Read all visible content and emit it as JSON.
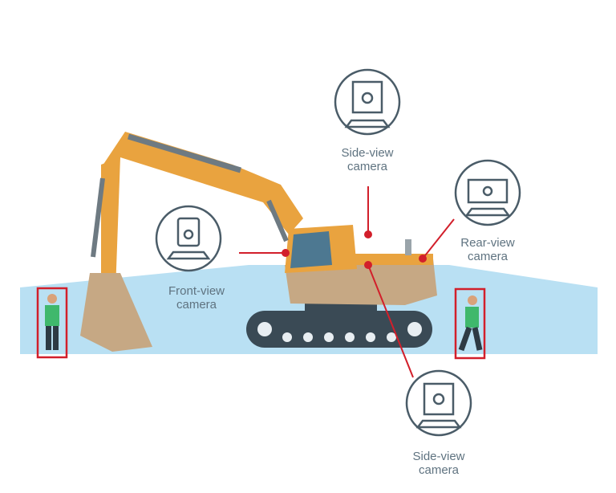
{
  "diagram": {
    "colors": {
      "ground": "#b9e0f3",
      "machine_body": "#e9a33f",
      "cab_body": "#c6a884",
      "track": "#3a4a55",
      "glass": "#4d7891",
      "callout_line": "#d21f2b",
      "icon_stroke": "#4a5c68",
      "label_text": "#5f7380",
      "worker_box": "#d21f2b",
      "worker_vest": "#3fb86c"
    },
    "cameras": [
      {
        "id": "side-view-top",
        "label": "Side-view\ncamera",
        "icon": "camera-monitor-icon"
      },
      {
        "id": "rear-view",
        "label": "Rear-view\ncamera",
        "icon": "camera-monitor-wide-icon"
      },
      {
        "id": "front-view",
        "label": "Front-view\ncamera",
        "icon": "camera-front-icon"
      },
      {
        "id": "side-view-bottom",
        "label": "Side-view\ncamera",
        "icon": "camera-monitor-icon"
      }
    ],
    "workers": [
      {
        "id": "left",
        "icon": "worker-standing-icon"
      },
      {
        "id": "right",
        "icon": "worker-walking-icon"
      }
    ]
  }
}
